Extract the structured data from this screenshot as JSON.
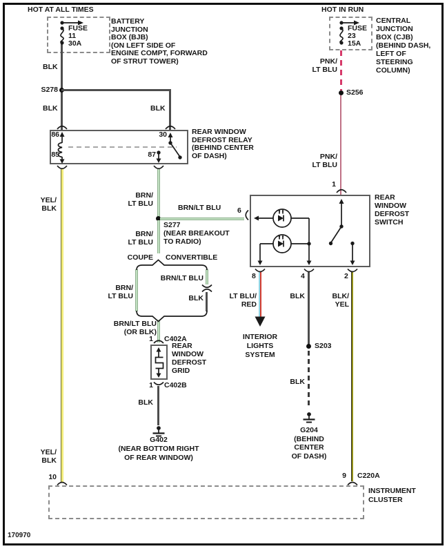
{
  "diagram_number": "170970",
  "colors": {
    "wire_black": "#4d4d4d",
    "wire_yellow": "#f1ec7c",
    "wire_green": "#c2e0c2",
    "wire_pink_dashed": "#d63a6a",
    "wire_pink": "#bf7185",
    "wire_light_blue": "#8fd8e8",
    "wire_red": "#d43c30",
    "wire_olive": "#b0ac18"
  },
  "bjb": {
    "power_label": "HOT AT ALL TIMES",
    "fuse": {
      "name": "FUSE",
      "number": "11",
      "rating": "30A"
    },
    "box_label": [
      "BATTERY",
      "JUNCTION",
      "BOX (BJB)",
      "(ON LEFT SIDE OF",
      "ENGINE COMPT, FORWARD",
      "OF STRUT TOWER)"
    ]
  },
  "cjb": {
    "power_label": "HOT IN RUN",
    "fuse": {
      "name": "FUSE",
      "number": "23",
      "rating": "15A"
    },
    "box_label": [
      "CENTRAL",
      "JUNCTION",
      "BOX (CJB)",
      "(BEHIND DASH,",
      "LEFT OF",
      "STEERING",
      "COLUMN)"
    ]
  },
  "relay": {
    "pins": {
      "p86": "86",
      "p85": "85",
      "p30": "30",
      "p87": "87"
    },
    "label": [
      "REAR WINDOW",
      "DEFROST RELAY",
      "(BEHIND CENTER",
      "OF DASH)"
    ]
  },
  "defrost_switch": {
    "pins": {
      "p1": "1",
      "p6": "6",
      "p8": "8",
      "p4": "4",
      "p2": "2"
    },
    "label": [
      "REAR",
      "WINDOW",
      "DEFROST",
      "SWITCH"
    ]
  },
  "grid": {
    "top_pin": "1",
    "top_connector": "C402A",
    "bottom_pin": "1",
    "bottom_connector": "C402B",
    "label": [
      "REAR",
      "WINDOW",
      "DEFROST",
      "GRID"
    ]
  },
  "cluster": {
    "left_pin": "10",
    "right_pin": "9",
    "right_connector": "C220A",
    "label": [
      "INSTRUMENT",
      "CLUSTER"
    ]
  },
  "splices": {
    "s278": "S278",
    "s256": "S256",
    "s203": "S203",
    "s277": "S277",
    "s277_note": [
      "(NEAR BREAKOUT",
      "TO RADIO)"
    ]
  },
  "grounds": {
    "g402": {
      "name": "G402",
      "note": [
        "(NEAR BOTTOM RIGHT",
        "OF REAR WINDOW)"
      ]
    },
    "g204": {
      "name": "G204",
      "note": [
        "(BEHIND",
        "CENTER",
        "OF DASH)"
      ]
    }
  },
  "branches": {
    "coupe": "COUPE",
    "convertible": "CONVERTIBLE"
  },
  "destination": {
    "interior_lights": [
      "INTERIOR",
      "LIGHTS",
      "SYSTEM"
    ]
  },
  "wires": {
    "blk_bjb": "BLK",
    "blk_s278_left": "BLK",
    "blk_s278_right": "BLK",
    "yel_blk_upper": [
      "YEL/",
      "BLK"
    ],
    "yel_blk_lower": [
      "YEL/",
      "BLK"
    ],
    "brn_ltblu_relay": [
      "BRN/",
      "LT BLU"
    ],
    "brn_ltblu_switch": "BRN/LT BLU",
    "brn_ltblu_s277": [
      "BRN/",
      "LT BLU"
    ],
    "brn_ltblu_coupe": [
      "BRN/",
      "LT BLU"
    ],
    "brn_ltblu_convertible": "BRN/LT BLU",
    "blk_convertible": "BLK",
    "brn_ltblu_or_blk": [
      "BRN/LT BLU",
      "(OR BLK)"
    ],
    "pnk_ltblu_upper": [
      "PNK/",
      "LT BLU"
    ],
    "pnk_ltblu_lower": [
      "PNK/",
      "LT BLU"
    ],
    "ltblu_red": [
      "LT BLU/",
      "RED"
    ],
    "blk_switch4": "BLK",
    "blk_s203": "BLK",
    "blk_yel": [
      "BLK/",
      "YEL"
    ],
    "blk_grid": "BLK"
  }
}
